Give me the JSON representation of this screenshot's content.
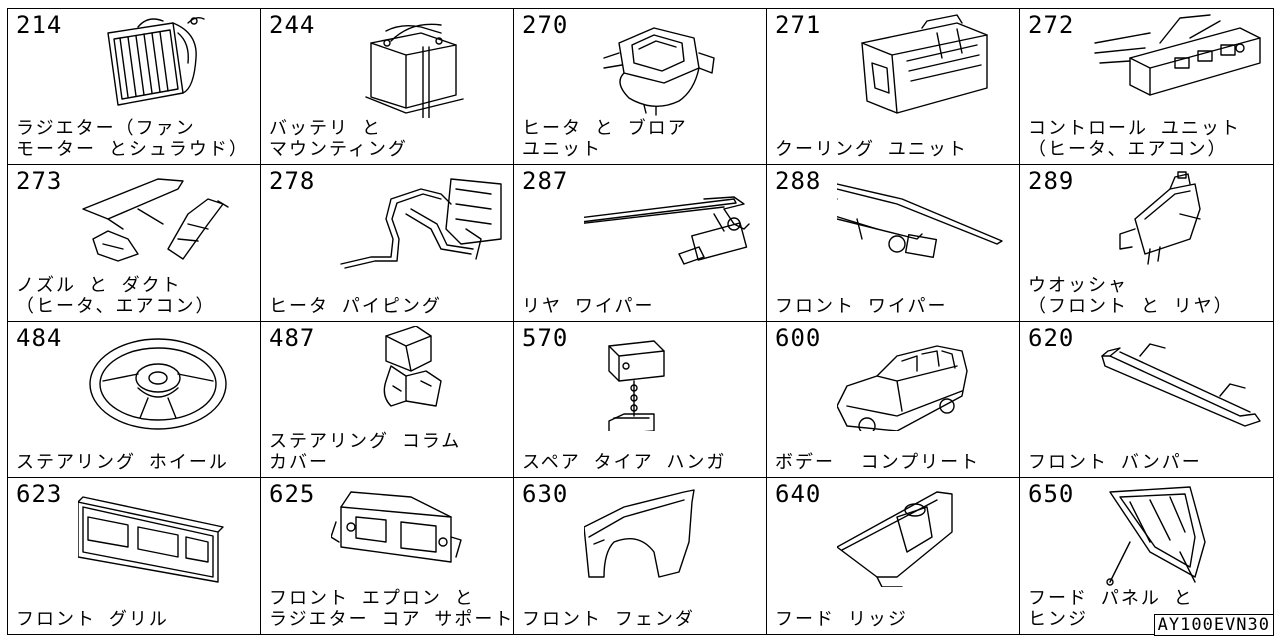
{
  "diagram_code": "AY100EVN30",
  "cells": [
    {
      "num": "214",
      "label": "ラジエター（ファン\nモーター とシュラウド）",
      "icon": "radiator-icon"
    },
    {
      "num": "244",
      "label": "バッテリ と\nマウンティング",
      "icon": "battery-icon"
    },
    {
      "num": "270",
      "label": "ヒータ と ブロア\nユニット",
      "icon": "heater-blower-icon"
    },
    {
      "num": "271",
      "label": "クーリング ユニット",
      "icon": "cooling-unit-icon"
    },
    {
      "num": "272",
      "label": "コントロール ユニット\n（ヒータ、エアコン）",
      "icon": "control-unit-icon"
    },
    {
      "num": "273",
      "label": "ノズル と ダクト\n（ヒータ、エアコン）",
      "icon": "nozzle-duct-icon"
    },
    {
      "num": "278",
      "label": "ヒータ パイピング",
      "icon": "heater-piping-icon"
    },
    {
      "num": "287",
      "label": "リヤ ワイパー",
      "icon": "rear-wiper-icon"
    },
    {
      "num": "288",
      "label": "フロント ワイパー",
      "icon": "front-wiper-icon"
    },
    {
      "num": "289",
      "label": "ウオッシャ\n（フロント と リヤ）",
      "icon": "washer-icon"
    },
    {
      "num": "484",
      "label": "ステアリング ホイール",
      "icon": "steering-wheel-icon"
    },
    {
      "num": "487",
      "label": "ステアリング コラム\nカバー",
      "icon": "column-cover-icon"
    },
    {
      "num": "570",
      "label": "スペア タイア ハンガ",
      "icon": "spare-tire-hanger-icon"
    },
    {
      "num": "600",
      "label": "ボデー  コンプリート",
      "icon": "body-complete-icon"
    },
    {
      "num": "620",
      "label": "フロント バンパー",
      "icon": "front-bumper-icon"
    },
    {
      "num": "623",
      "label": "フロント グリル",
      "icon": "front-grille-icon"
    },
    {
      "num": "625",
      "label": "フロント エプロン と\nラジエター コア サポート",
      "icon": "front-apron-icon"
    },
    {
      "num": "630",
      "label": "フロント フェンダ",
      "icon": "front-fender-icon"
    },
    {
      "num": "640",
      "label": "フード リッジ",
      "icon": "hood-ledge-icon"
    },
    {
      "num": "650",
      "label": "フード パネル と\nヒンジ",
      "icon": "hood-panel-icon"
    }
  ]
}
